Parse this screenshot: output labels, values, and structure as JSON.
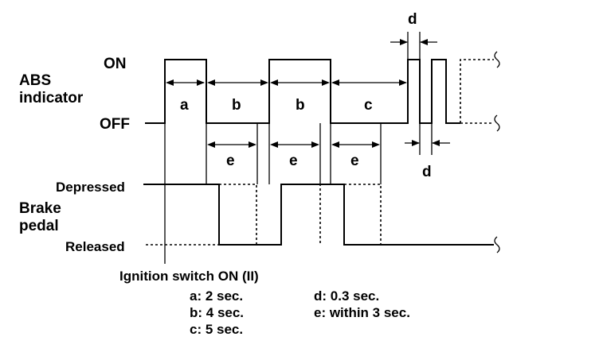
{
  "signals": {
    "abs": {
      "label_line1": "ABS",
      "label_line2": "indicator",
      "on": "ON",
      "off": "OFF"
    },
    "brake": {
      "label_line1": "Brake",
      "label_line2": "pedal",
      "depressed": "Depressed",
      "released": "Released"
    }
  },
  "ignition_label": "Ignition switch ON (II)",
  "interval_labels": {
    "a": "a",
    "b1": "b",
    "b2": "b",
    "c": "c",
    "d_top": "d",
    "d_bottom": "d",
    "e1": "e",
    "e2": "e",
    "e3": "e"
  },
  "legend": {
    "a": "a: 2 sec.",
    "b": "b: 4 sec.",
    "c": "c: 5 sec.",
    "d": "d: 0.3 sec.",
    "e": "e: within 3 sec."
  }
}
